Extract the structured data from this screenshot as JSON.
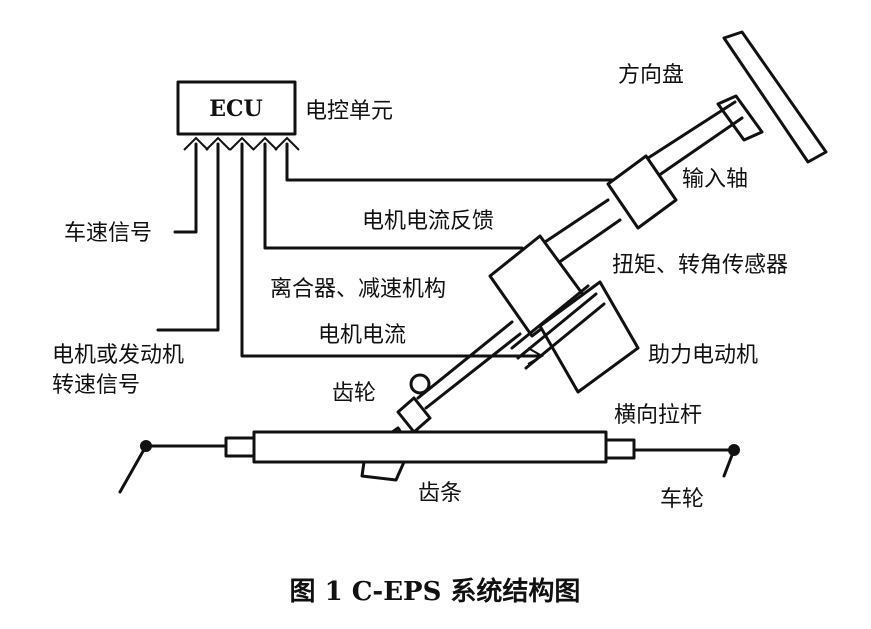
{
  "diagram": {
    "ecu_box": "ECU",
    "labels": {
      "ecu_unit": "电控单元",
      "steering_wheel": "方向盘",
      "input_shaft": "输入轴",
      "vehicle_speed_signal": "车速信号",
      "motor_current_feedback": "电机电流反馈",
      "torque_angle_sensor": "扭矩、转角传感器",
      "clutch_reducer": "离合器、减速机构",
      "motor_current": "电机电流",
      "assist_motor": "助力电动机",
      "engine_speed_signal_line1": "电机或发动机",
      "engine_speed_signal_line2": "转速信号",
      "gear": "齿轮",
      "tie_rod": "横向拉杆",
      "rack": "齿条",
      "wheel": "车轮"
    },
    "caption": "图 1  C-EPS 系统结构图"
  }
}
